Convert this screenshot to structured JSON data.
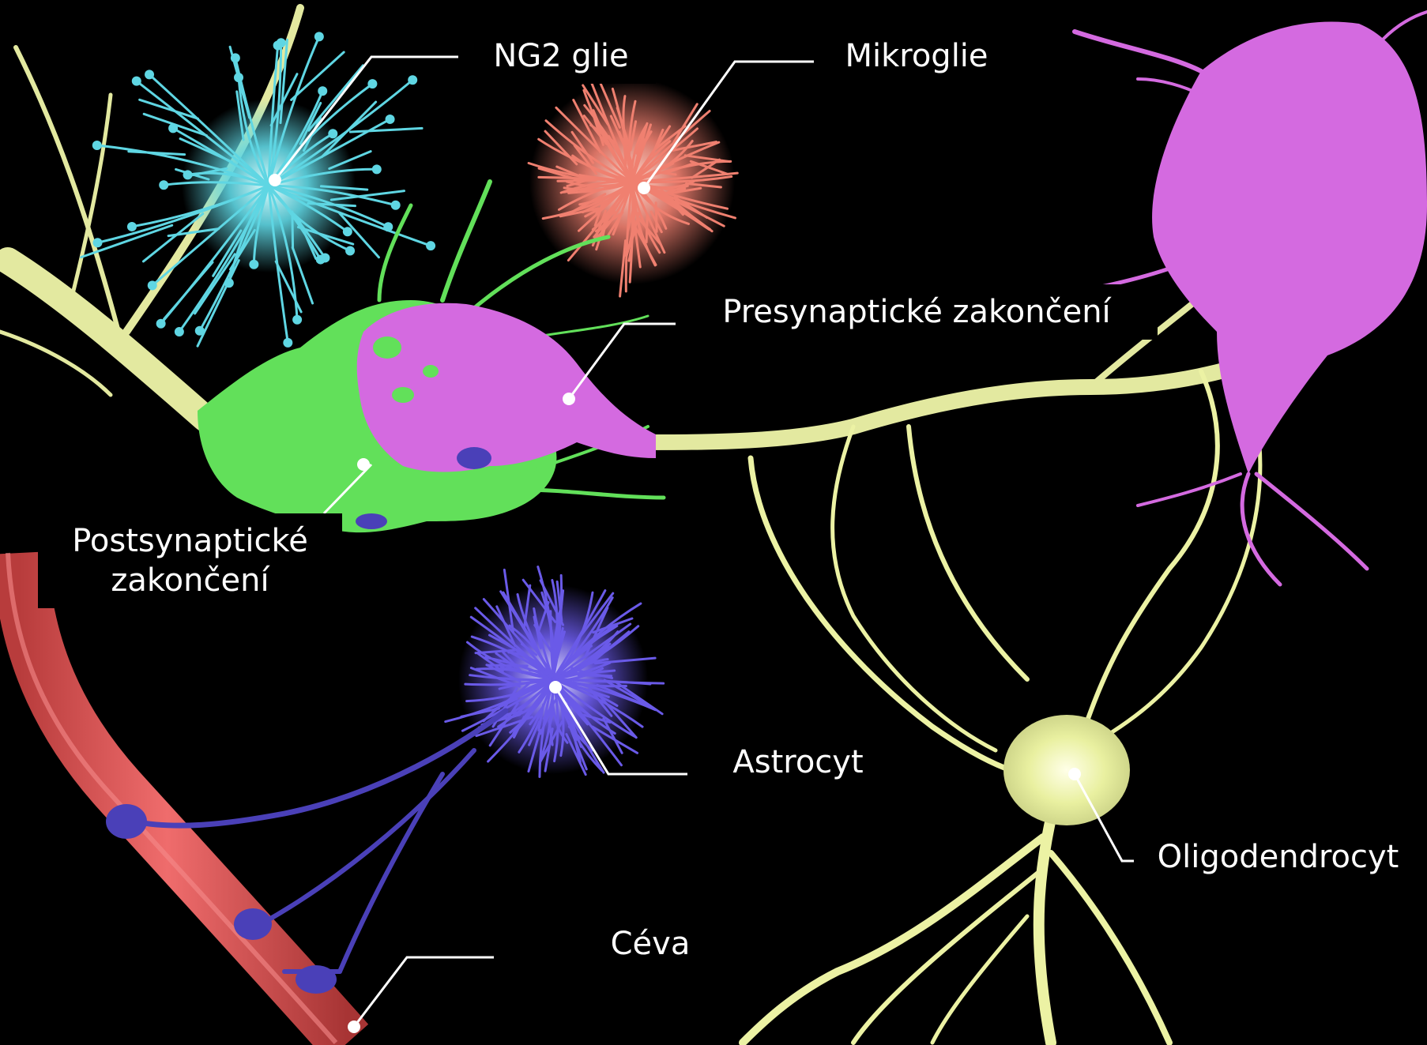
{
  "colors": {
    "background": "#000000",
    "neuron": "#e3e9a0",
    "ng2_glia": "#5fd6e3",
    "microglia": "#f08070",
    "presynaptic": "#d46ae0",
    "postsynaptic": "#62e05a",
    "astrocyte": "#6a5ae8",
    "vessel": "#e25d5d",
    "oligodendrocyte": "#ecf2a4",
    "leader_line": "#ffffff"
  },
  "labels": {
    "ng2": "NG2 glie",
    "microglia": "Mikroglie",
    "presynaptic": "Presynaptické zakončení",
    "postsynaptic_line1": "Postsynaptické",
    "postsynaptic_line2": "zakončení",
    "astrocyte": "Astrocyt",
    "oligodendrocyte": "Oligodendrocyt",
    "vessel": "Céva"
  }
}
